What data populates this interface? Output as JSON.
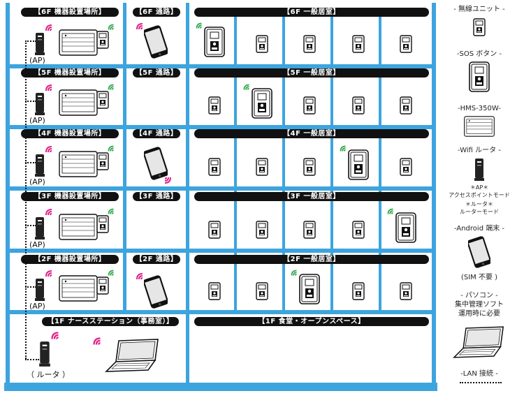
{
  "floors": [
    {
      "room_label": "【6F 機器設置場所】",
      "corridor_label": "【6F 通路】",
      "general_label": "【6F 一般居室】"
    },
    {
      "room_label": "【5F 機器設置場所】",
      "corridor_label": "【5F 通路】",
      "general_label": "【5F 一般居室】"
    },
    {
      "room_label": "【4F 機器設置場所】",
      "corridor_label": "【4F 通路】",
      "general_label": "【4F 一般居室】"
    },
    {
      "room_label": "【3F 機器設置場所】",
      "corridor_label": "【3F 通路】",
      "general_label": "【3F 一般居室】"
    },
    {
      "room_label": "【2F 機器設置場所】",
      "corridor_label": "【2F 通路】",
      "general_label": "【2F 一般居室】"
    }
  ],
  "ground": {
    "station_label": "【1F ナースステーション（事務室）】",
    "dining_label": "【1F 食堂・オープンスペース】",
    "router_caption": "（ ルータ ）"
  },
  "ap_caption": "(AP)",
  "legend": {
    "wireless_unit": "- 無線ユニット -",
    "sos_button": "-SOS ボタン -",
    "hms": "-HMS-350W-",
    "wifi_router": "-Wifi ルータ -",
    "ap_mode": "＊AP＊",
    "ap_mode_desc": "アクセスポイントモード",
    "router_mode": "＊ルータ＊",
    "router_mode_desc": "ルーターモード",
    "android": "-Android 端末 -",
    "sim": "(SIM 不要 )",
    "pc_title": "- パソコン -",
    "pc_line2": "集中管理ソフト",
    "pc_line3": "運用時に必要",
    "lan": "-LAN 接続 -"
  },
  "colors": {
    "frame": "#3da4de",
    "label_bg": "#111111",
    "wave": "#e0218a",
    "wave_green": "#2aa84a"
  },
  "icons": [
    "wireless-unit-icon",
    "sos-button-icon",
    "hms-device-icon",
    "wifi-router-icon",
    "android-phone-icon",
    "laptop-icon",
    "signal-wave-icon"
  ]
}
